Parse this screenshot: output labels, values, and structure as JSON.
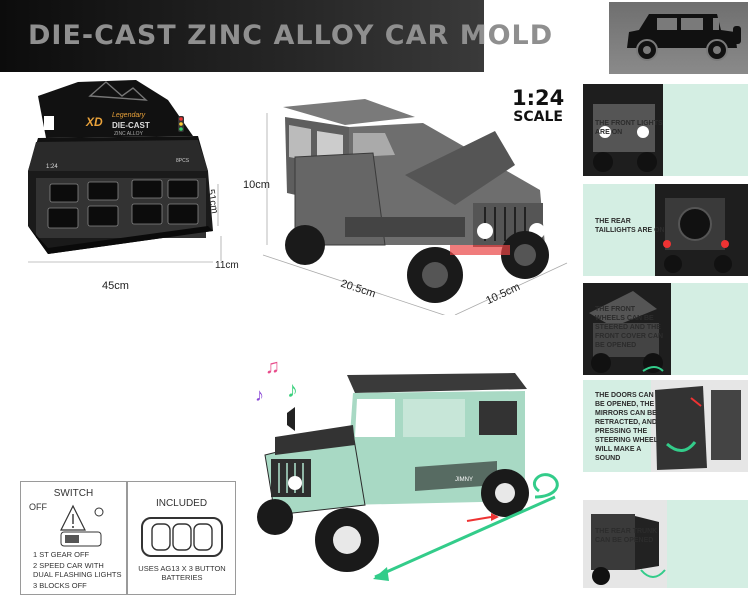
{
  "banner": {
    "title": "DIE-CAST ZINC ALLOY CAR MOLD"
  },
  "scale": {
    "ratio": "1:24",
    "label": "SCALE"
  },
  "display_box": {
    "brand_mark": "XD",
    "logo_line1": "Legendary",
    "logo_line2": "DIE-CAST",
    "logo_line3": "ZINC ALLOY",
    "scale_small": "1:24",
    "pcs": "8PCS",
    "dim_width": "45cm",
    "dim_depth": "51cm",
    "dim_height": "11cm"
  },
  "car_dimensions": {
    "height": "10cm",
    "length": "20.5cm",
    "width": "10.5cm"
  },
  "car_badge": "JIMNY",
  "features": [
    {
      "text": "THE FRONT LIGHTS ARE ON"
    },
    {
      "text": "THE REAR TAILLIGHTS ARE ON"
    },
    {
      "text": "THE FRONT WHEELS CAN BE STEERED AND THE FRONT COVER CAN BE OPENED"
    },
    {
      "text": "THE DOORS CAN BE OPENED, THE MIRRORS CAN BE RETRACTED, AND PRESSING THE STEERING WHEEL WILL MAKE A SOUND"
    },
    {
      "text": "THE REAR TRUNK CAN BE OPENED"
    }
  ],
  "switch_panel": {
    "title": "SWITCH",
    "off_label": "OFF",
    "notes": [
      "1 ST GEAR OFF",
      "2 SPEED CAR WITH DUAL FLASHING LIGHTS",
      "3 BLOCKS OFF"
    ]
  },
  "included_panel": {
    "title": "INCLUDED",
    "battery_note": "USES AG13 X 3 BUTTON BATTERIES"
  },
  "colors": {
    "banner_text": "#8f8f8f",
    "mint": "#d4eee3",
    "car_gray": "#6e6e6e",
    "car_mint": "#a8d9c4",
    "arrow_green": "#33cc8a"
  }
}
